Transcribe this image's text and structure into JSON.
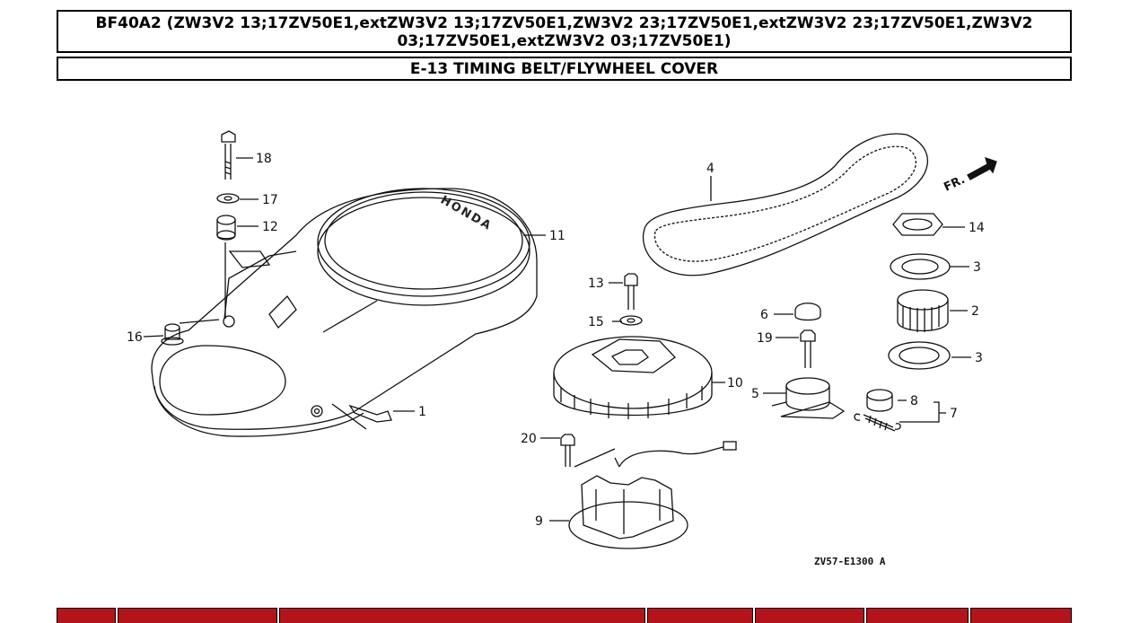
{
  "model_header": {
    "line1": "BF40A2 (ZW3V2 13;17ZV50E1,extZW3V2 13;17ZV50E1,ZW3V2 23;17ZV50E1,extZW3V2 23;17ZV50E1,ZW3V2",
    "line2": "03;17ZV50E1,extZW3V2 03;17ZV50E1)"
  },
  "section_title": "E-13 TIMING BELT/FLYWHEEL COVER",
  "diagram": {
    "direction_label": "FR.",
    "logo_text": "HONDA",
    "diagram_code": "ZV57-E1300 A",
    "callouts": {
      "p1": "1",
      "p2": "2",
      "p3a": "3",
      "p3b": "3",
      "p4": "4",
      "p5": "5",
      "p6": "6",
      "p7": "7",
      "p8": "8",
      "p9": "9",
      "p10": "10",
      "p11": "11",
      "p12": "12",
      "p13": "13",
      "p14": "14",
      "p15": "15",
      "p16": "16",
      "p17": "17",
      "p18": "18",
      "p19": "19",
      "p20": "20"
    }
  },
  "colors": {
    "table_header": "#b3141b"
  }
}
